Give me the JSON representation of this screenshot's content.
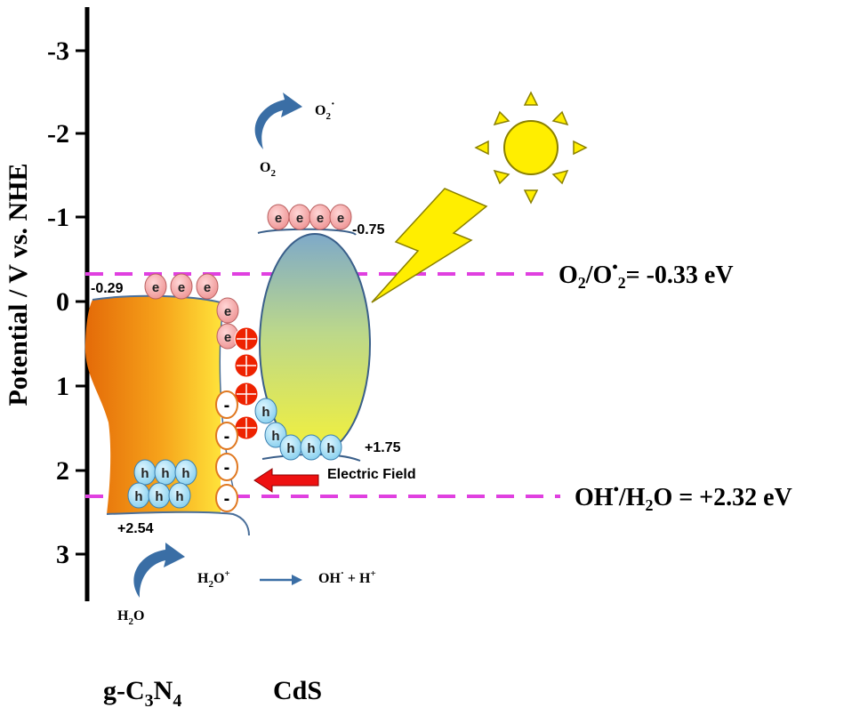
{
  "axis": {
    "ylabel": "Potential / V vs. NHE",
    "ticks": [
      "-3",
      "-2",
      "-1",
      "0",
      "1",
      "2",
      "3"
    ]
  },
  "levels": {
    "gcn_cb": "-0.29",
    "gcn_vb": "+2.54",
    "cds_cb": "-0.75",
    "cds_vb": "+1.75"
  },
  "redox": {
    "o2_line_main": "O",
    "o2_line_sub1": "2",
    "o2_line_mid": "/O",
    "o2_line_sup": "•",
    "o2_line_sub2": "2",
    "o2_line_value": "= -0.33 eV",
    "oh_line_main": "OH",
    "oh_line_sup": "•",
    "oh_line_mid": "/H",
    "oh_line_sub": "2",
    "oh_line_value": "O = +2.32 eV"
  },
  "reactions": {
    "o2": "O",
    "o2_sub": "2",
    "o2rad": "O",
    "o2rad_sub": "2",
    "o2rad_sup": "·",
    "h2o": "H",
    "h2o_sub": "2",
    "h2o_end": "O",
    "h2o_plus": "H",
    "h2o_plus_sub": "2",
    "h2o_plus_end": "O",
    "h2o_plus_sup": "+",
    "products_oh": "OH",
    "products_sup1": "·",
    "products_mid": " + H",
    "products_sup2": "+"
  },
  "labels": {
    "electric_field": "Electric Field",
    "gcn_main": "g-C",
    "gcn_sub1": "3",
    "gcn_mid": "N",
    "gcn_sub2": "4",
    "cds": "CdS"
  },
  "particles": {
    "electron": "e",
    "hole": "h",
    "negative": "-"
  },
  "colors": {
    "redox_line": "#e040e0",
    "arrow_blue": "#3a6ea5",
    "sun": "#ffee00",
    "electron_fill": "#f2a2a2",
    "hole_fill": "#9fdcf5",
    "positive_fill": "#ee2200",
    "field_arrow": "#ee1111"
  }
}
